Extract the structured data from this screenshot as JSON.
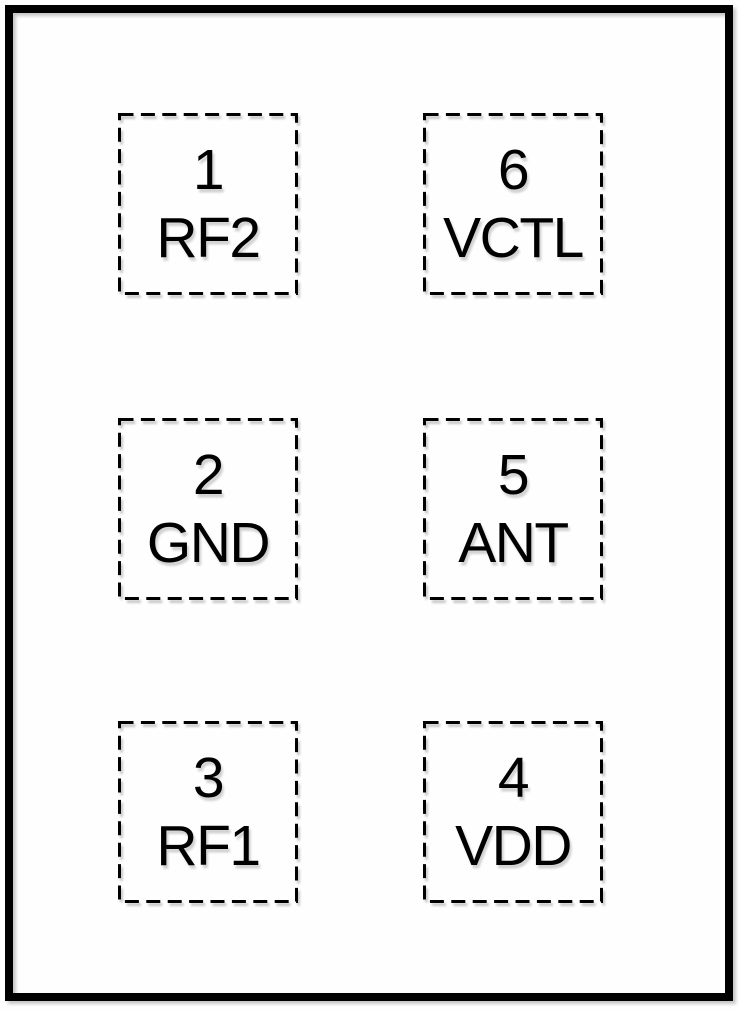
{
  "diagram": {
    "kind": "ic-package-pinout",
    "pin_count": 6,
    "colors": {
      "ink": "#000000",
      "background": "#fefefe",
      "shadow": "#d9d9d9"
    },
    "pads": [
      {
        "number": "1",
        "name": "RF2",
        "position": "top-left"
      },
      {
        "number": "6",
        "name": "VCTL",
        "position": "top-right"
      },
      {
        "number": "2",
        "name": "GND",
        "position": "middle-left"
      },
      {
        "number": "5",
        "name": "ANT",
        "position": "middle-right"
      },
      {
        "number": "3",
        "name": "RF1",
        "position": "bottom-left"
      },
      {
        "number": "4",
        "name": "VDD",
        "position": "bottom-right"
      }
    ]
  }
}
